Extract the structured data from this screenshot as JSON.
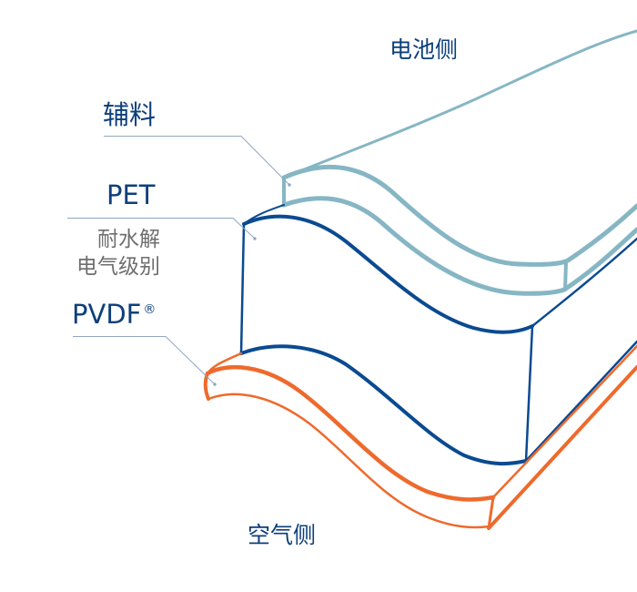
{
  "diagram": {
    "title": "Backsheet layer structure",
    "labels": {
      "battery_side": "电池侧",
      "auxiliary": "辅料",
      "pet": "PET",
      "pet_desc_line1": "耐水解",
      "pet_desc_line2": "电气级别",
      "pvdf": "PVDF",
      "pvdf_mark": "®",
      "air_side": "空气侧"
    },
    "layers": [
      {
        "name": "auxiliary",
        "color": "#86b6c4"
      },
      {
        "name": "pet",
        "color": "#0a4a91"
      },
      {
        "name": "pvdf",
        "color": "#ee6a2c"
      }
    ],
    "leader_color": "#8ea7c2",
    "text_color_primary": "#0d3f7a",
    "text_color_secondary": "#6e6e6e"
  }
}
